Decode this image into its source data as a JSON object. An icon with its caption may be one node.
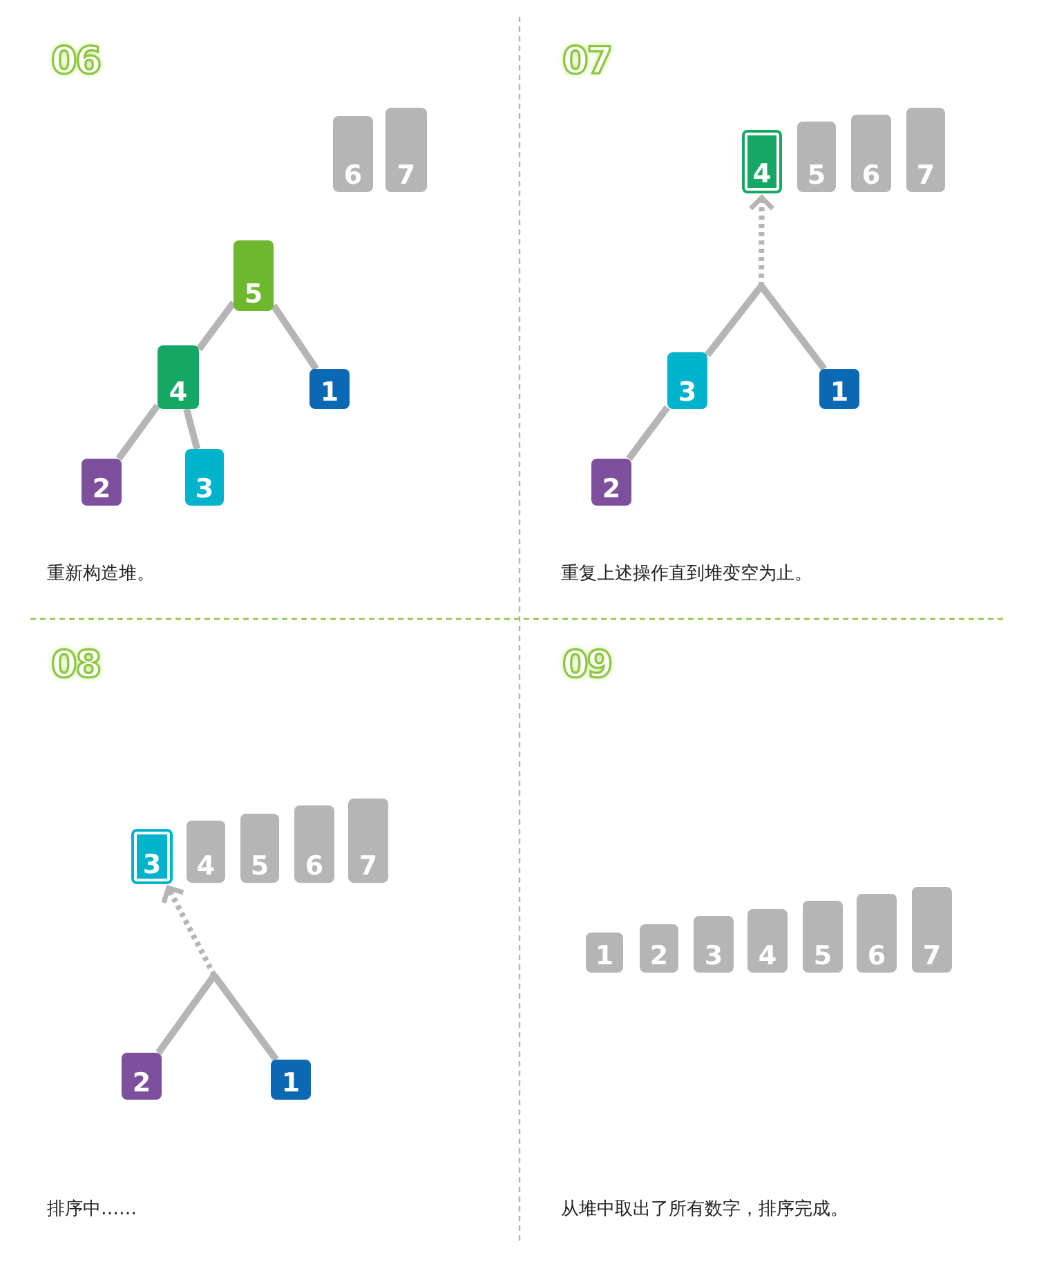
{
  "diagram": {
    "nodes": [
      {
        "text": [
          "6"
        ]
      },
      {
        "text": [
          "7"
        ]
      },
      {
        "text": [
          "5"
        ]
      },
      {
        "text": [
          "4"
        ]
      },
      {
        "text": [
          "1"
        ]
      },
      {
        "text": [
          "2"
        ]
      },
      {
        "text": [
          "3"
        ]
      },
      {
        "text": [
          "4"
        ]
      },
      {
        "text": [
          "5"
        ]
      },
      {
        "text": [
          "6"
        ]
      },
      {
        "text": [
          "7"
        ]
      },
      {
        "text": [
          "3"
        ]
      },
      {
        "text": [
          "1"
        ]
      },
      {
        "text": [
          "2"
        ]
      },
      {
        "text": [
          "3"
        ]
      },
      {
        "text": [
          "4"
        ]
      },
      {
        "text": [
          "5"
        ]
      },
      {
        "text": [
          "6"
        ]
      },
      {
        "text": [
          "7"
        ]
      },
      {
        "text": [
          "2"
        ]
      },
      {
        "text": [
          "1"
        ]
      },
      {
        "text": [
          "1"
        ]
      },
      {
        "text": [
          "2"
        ]
      },
      {
        "text": [
          "3"
        ]
      },
      {
        "text": [
          "4"
        ]
      },
      {
        "text": [
          "5"
        ]
      },
      {
        "text": [
          "6"
        ]
      },
      {
        "text": [
          "7"
        ]
      }
    ],
    "edges": [
      {
        "from": 2,
        "to": 3,
        "arrow": "none"
      },
      {
        "from": 2,
        "to": 4,
        "arrow": "none"
      },
      {
        "from": 3,
        "to": 5,
        "arrow": "none"
      },
      {
        "from": 3,
        "to": 6,
        "arrow": "none"
      },
      {
        "from": null,
        "to": 7,
        "arrow": "to",
        "style": "dashed"
      },
      {
        "from": null,
        "to": 11,
        "arrow": "none"
      },
      {
        "from": null,
        "to": 12,
        "arrow": "none"
      },
      {
        "from": 11,
        "to": 13,
        "arrow": "none"
      },
      {
        "from": null,
        "to": 14,
        "arrow": "to",
        "style": "dashed"
      },
      {
        "from": null,
        "to": 19,
        "arrow": "none"
      },
      {
        "from": null,
        "to": 20,
        "arrow": "none"
      }
    ],
    "labels": [
      "06",
      "重新构造堆。",
      "07",
      "重复上述操作直到堆变空为止。",
      "08",
      "排序中……",
      "09",
      "从堆中取出了所有数字，排序完成。"
    ]
  }
}
